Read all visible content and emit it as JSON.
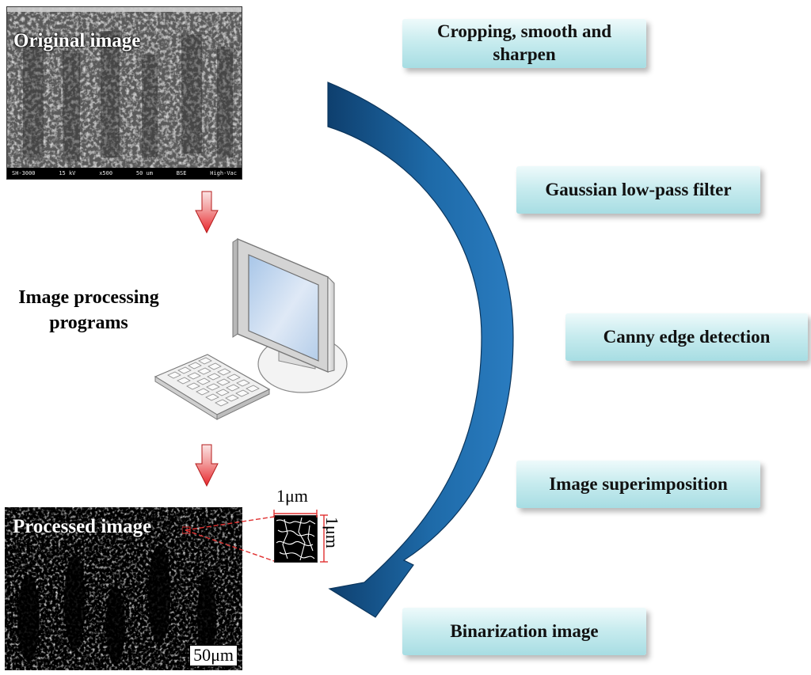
{
  "original_image": {
    "title": "Original image",
    "meta": {
      "instrument": "SH-3000",
      "voltage": "15 kV",
      "magnification": "x500",
      "scale": "50 um",
      "detector": "BSE",
      "mode": "High-Vac"
    }
  },
  "side_label": {
    "line1": "Image processing",
    "line2": "programs"
  },
  "processed_image": {
    "title": "Processed image",
    "scale_label": "50μm"
  },
  "inset": {
    "width_label": "1μm",
    "height_label": "1μm"
  },
  "steps": [
    {
      "line1": "Cropping, smooth and",
      "line2": "sharpen"
    },
    {
      "line1": "Gaussian low-pass filter"
    },
    {
      "line1": "Canny edge detection"
    },
    {
      "line1": "Image superimposition"
    },
    {
      "line1": "Binarization image"
    }
  ],
  "colors": {
    "flow_arrow": "#1e6aa8",
    "flow_arrow_dark": "#0e3f6e",
    "down_arrow": "#e8262c",
    "step_box": "#b5e3e8",
    "zoom_marker": "#e03030"
  },
  "icons": [
    "computer-monitor-icon",
    "keyboard-icon",
    "down-arrow-icon",
    "curved-flow-arrow-icon"
  ]
}
